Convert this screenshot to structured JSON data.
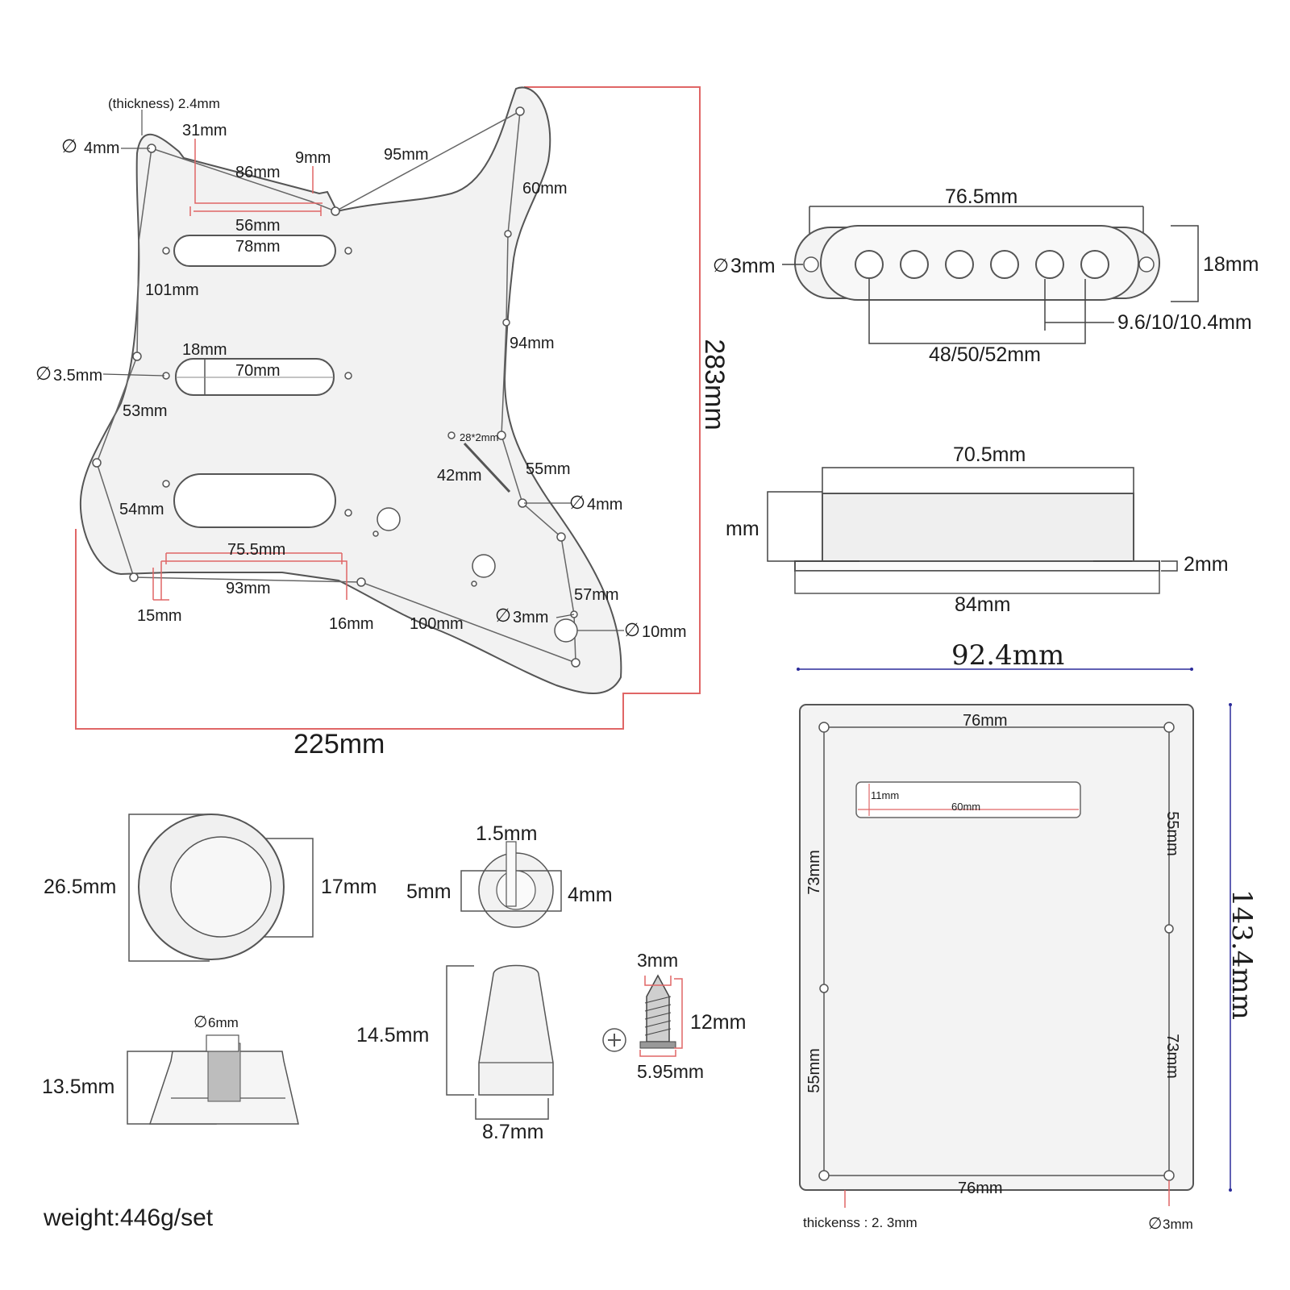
{
  "pickguard": {
    "thickness": "(thickness) 2.4mm",
    "hole_top_left": "4mm",
    "d31": "31mm",
    "d86": "86mm",
    "d9": "9mm",
    "d95": "95mm",
    "d60": "60mm",
    "d56": "56mm",
    "d78": "78mm",
    "d101": "101mm",
    "d18": "18mm",
    "d70": "70mm",
    "hole_3_5": "3.5mm",
    "d94": "94mm",
    "d53": "53mm",
    "slot": "28*2mm",
    "d42": "42mm",
    "d55": "55mm",
    "hole_4": "4mm",
    "d54": "54mm",
    "d75_5": "75.5mm",
    "d93": "93mm",
    "d15": "15mm",
    "d16": "16mm",
    "d100": "100mm",
    "d57": "57mm",
    "hole_3": "3mm",
    "hole_10": "10mm",
    "height": "283mm",
    "width": "225mm"
  },
  "pickup_top": {
    "width": "76.5mm",
    "hole": "3mm",
    "height": "18mm",
    "pole_gap": "9.6/10/10.4mm",
    "pole_span": "48/50/52mm"
  },
  "pickup_side": {
    "top": "70.5mm",
    "height_partial": "mm",
    "flange": "2mm",
    "base": "84mm"
  },
  "backplate": {
    "width_outer": "92.4mm",
    "height_outer": "143.4mm",
    "top_span": "76mm",
    "bottom_span": "76mm",
    "slot_h": "11mm",
    "slot_w": "60mm",
    "right_upper": "55mm",
    "left_upper": "73mm",
    "right_lower": "73mm",
    "left_lower": "55mm",
    "thickness": "thickenss : 2. 3mm",
    "hole": "3mm"
  },
  "parts": {
    "jack_outer": "26.5mm",
    "jack_inner": "17mm",
    "knob_diam": "6mm",
    "knob_height": "13.5mm",
    "switch_top": "1.5mm",
    "switch_left": "5mm",
    "switch_right": "4mm",
    "tip_height": "14.5mm",
    "tip_width": "8.7mm",
    "screw_head": "3mm",
    "screw_len": "12mm",
    "screw_base": "5.95mm"
  },
  "weight": "weight:446g/set",
  "colors": {
    "line": "#444444",
    "red_dim": "#d9534f",
    "blue_dim": "#2b2b9a",
    "part_fill": "#f4f4f4"
  }
}
